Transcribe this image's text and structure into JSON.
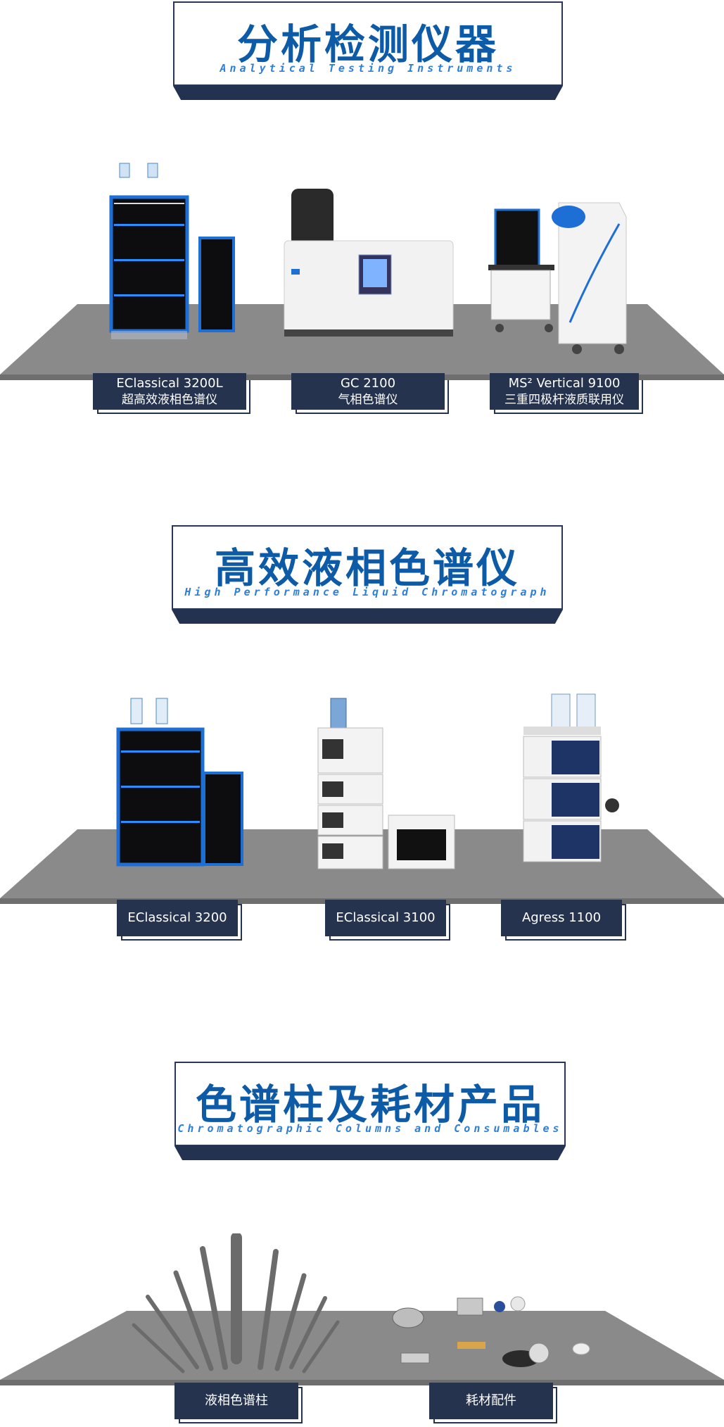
{
  "sections": [
    {
      "title_cn": "分析检测仪器",
      "title_en": "Analytical Testing Instruments",
      "products": [
        {
          "name": "EClassical 3200L",
          "desc": "超高效液相色谱仪"
        },
        {
          "name": "GC 2100",
          "desc": "气相色谱仪"
        },
        {
          "name": "MS² Vertical 9100",
          "desc": "三重四极杆液质联用仪"
        }
      ]
    },
    {
      "title_cn": "高效液相色谱仪",
      "title_en": "High Performance Liquid Chromatograph",
      "products": [
        {
          "name": "EClassical 3200"
        },
        {
          "name": "EClassical 3100"
        },
        {
          "name": "Agress 1100"
        }
      ]
    },
    {
      "title_cn": "色谱柱及耗材产品",
      "title_en": "Chromatographic Columns and Consumables",
      "products": [
        {
          "name": "液相色谱柱"
        },
        {
          "name": "耗材配件"
        }
      ]
    }
  ],
  "colors": {
    "navy": "#26334f",
    "title_blue": "#0d5aa6",
    "subtitle_blue": "#2f7fd6",
    "shelf_gray": "#8a8a8a",
    "instrument_blue": "#1d6fd6"
  }
}
